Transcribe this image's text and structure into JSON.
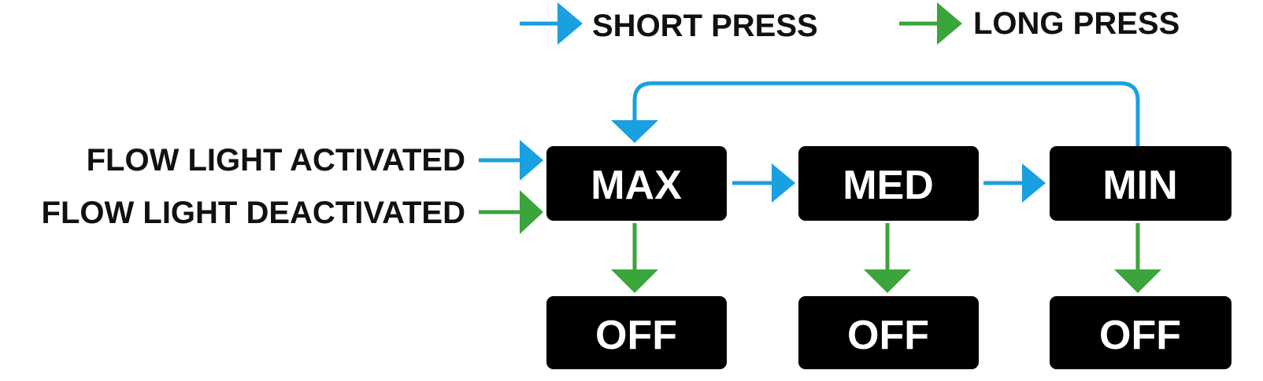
{
  "colors": {
    "short_press": "#1a9fe0",
    "long_press": "#3aa53a",
    "node_fill": "#000000",
    "node_text": "#ffffff",
    "label_text": "#111111"
  },
  "legend": {
    "short_press": "SHORT PRESS",
    "long_press": "LONG PRESS"
  },
  "inputs": {
    "activated": "FLOW LIGHT ACTIVATED",
    "deactivated": "FLOW LIGHT DEACTIVATED"
  },
  "nodes": {
    "max": "MAX",
    "med": "MED",
    "min": "MIN",
    "off_max": "OFF",
    "off_med": "OFF",
    "off_min": "OFF"
  },
  "edges": [
    {
      "from": "inputs.activated",
      "to": "nodes.max",
      "type": "short_press"
    },
    {
      "from": "inputs.deactivated",
      "to": "nodes.max",
      "type": "long_press"
    },
    {
      "from": "nodes.max",
      "to": "nodes.med",
      "type": "short_press"
    },
    {
      "from": "nodes.med",
      "to": "nodes.min",
      "type": "short_press"
    },
    {
      "from": "nodes.min",
      "to": "nodes.max",
      "type": "short_press"
    },
    {
      "from": "nodes.max",
      "to": "nodes.off_max",
      "type": "long_press"
    },
    {
      "from": "nodes.med",
      "to": "nodes.off_med",
      "type": "long_press"
    },
    {
      "from": "nodes.min",
      "to": "nodes.off_min",
      "type": "long_press"
    }
  ]
}
